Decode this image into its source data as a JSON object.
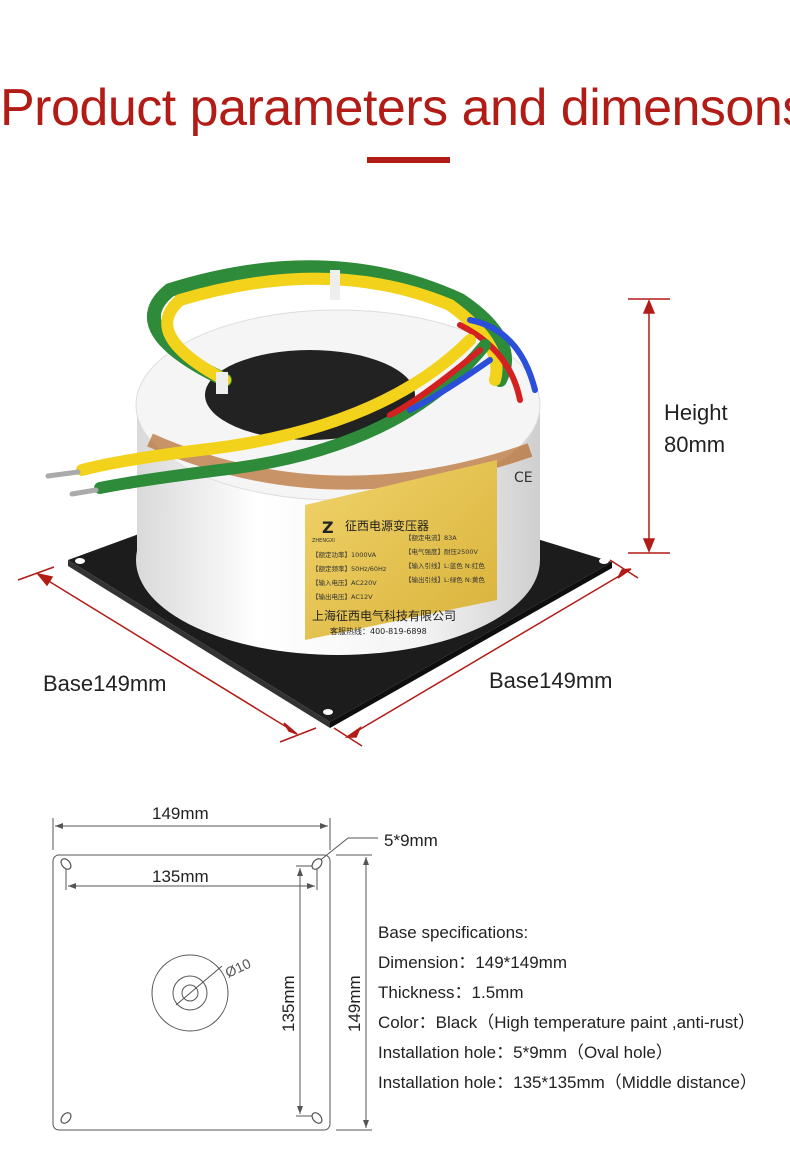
{
  "header": {
    "title": "Product parameters and dimensons"
  },
  "product_photo": {
    "height_label_line1": "Height",
    "height_label_line2": "80mm",
    "base_label_left": "Base149mm",
    "base_label_right": "Base149mm",
    "nameplate": {
      "company_short": "征西电源变压器",
      "brand_sub": "ZHENGXI",
      "rows": [
        "【额定功率】1000VA",
        "【额定频率】50Hz/60Hz",
        "【输入电压】AC220V",
        "【输出电压】AC12V"
      ],
      "rows_right": [
        "【额定电流】83A",
        "【电气强度】耐压2500V",
        "【输入引线】L:蓝色 N:红色",
        "【输出引线】L:绿色 N:黄色"
      ],
      "company_full": "上海征西电气科技有限公司",
      "hotline": "客服热线：400-819-6898",
      "ce_mark": "CE"
    }
  },
  "drawing": {
    "width_outer": "149mm",
    "width_inner": "135mm",
    "height_inner": "135mm",
    "height_outer": "149mm",
    "hole_label": "5*9mm",
    "center_hole": "Ø10"
  },
  "specs": {
    "heading": "Base specifications:",
    "lines": [
      "Dimension：149*149mm",
      "Thickness：1.5mm",
      "Color：Black（High temperature paint ,anti-rust）",
      "Installation hole：5*9mm（Oval hole）",
      "Installation hole：135*135mm（Middle distance）"
    ]
  },
  "colors": {
    "accent_red": "#b21c16",
    "wire_green": "#2e8b3a",
    "wire_yellow": "#f2d21b",
    "wire_red": "#d42020",
    "wire_blue": "#2b4fd8",
    "base_black": "#1c1c1c",
    "label_gold": "#e9c64f"
  }
}
